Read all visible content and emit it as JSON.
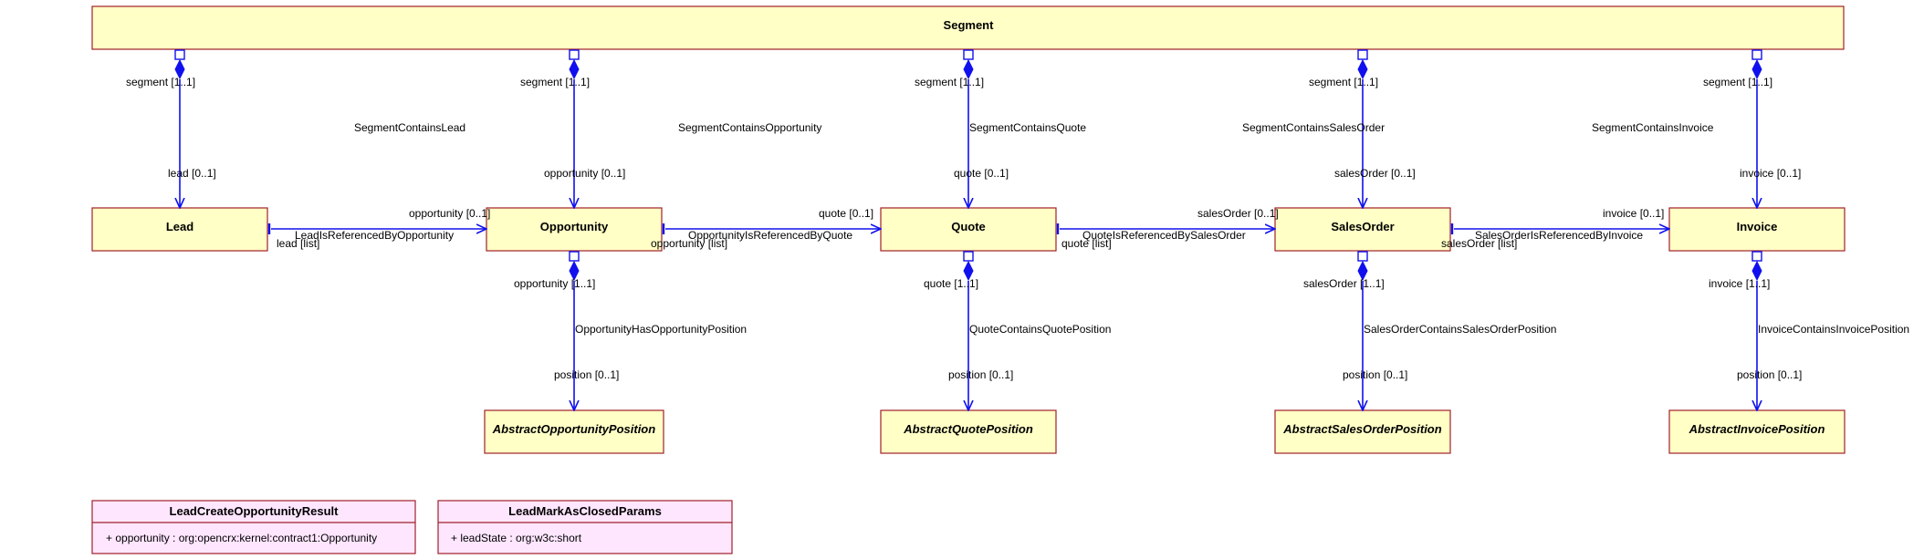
{
  "classes": {
    "segment": "Segment",
    "lead": "Lead",
    "opportunity": "Opportunity",
    "quote": "Quote",
    "salesorder": "SalesOrder",
    "invoice": "Invoice",
    "abs_opp": "AbstractOpportunityPosition",
    "abs_quote": "AbstractQuotePosition",
    "abs_so": "AbstractSalesOrderPosition",
    "abs_inv": "AbstractInvoicePosition"
  },
  "datatypes": {
    "lcor": {
      "name": "LeadCreateOpportunityResult",
      "attr": "+ opportunity : org:opencrx:kernel:contract1:Opportunity"
    },
    "lmac": {
      "name": "LeadMarkAsClosedParams",
      "attr": "+ leadState : org:w3c:short"
    }
  },
  "assoc": {
    "seg_lead": {
      "name": "SegmentContainsLead",
      "src": "segment [1..1]",
      "dst": "lead [0..1]"
    },
    "seg_opp": {
      "name": "SegmentContainsOpportunity",
      "src": "segment [1..1]",
      "dst": "opportunity [0..1]"
    },
    "seg_quote": {
      "name": "SegmentContainsQuote",
      "src": "segment [1..1]",
      "dst": "quote [0..1]"
    },
    "seg_so": {
      "name": "SegmentContainsSalesOrder",
      "src": "segment [1..1]",
      "dst": "salesOrder [0..1]"
    },
    "seg_inv": {
      "name": "SegmentContainsInvoice",
      "src": "segment [1..1]",
      "dst": "invoice [0..1]"
    },
    "lead_opp": {
      "name": "LeadIsReferencedByOpportunity",
      "src": "lead [list]",
      "dst": "opportunity [0..1]"
    },
    "opp_quote": {
      "name": "OpportunityIsReferencedByQuote",
      "src": "opportunity [list]",
      "dst": "quote [0..1]"
    },
    "quote_so": {
      "name": "QuoteIsReferencedBySalesOrder",
      "src": "quote [list]",
      "dst": "salesOrder [0..1]"
    },
    "so_inv": {
      "name": "SalesOrderIsReferencedByInvoice",
      "src": "salesOrder [list]",
      "dst": "invoice [0..1]"
    },
    "opp_pos": {
      "name": "OpportunityHasOpportunityPosition",
      "src": "opportunity [1..1]",
      "dst": "position [0..1]"
    },
    "quote_pos": {
      "name": "QuoteContainsQuotePosition",
      "src": "quote [1..1]",
      "dst": "position [0..1]"
    },
    "so_pos": {
      "name": "SalesOrderContainsSalesOrderPosition",
      "src": "salesOrder [1..1]",
      "dst": "position [0..1]"
    },
    "inv_pos": {
      "name": "InvoiceContainsInvoicePosition",
      "src": "invoice [1..1]",
      "dst": "position [0..1]"
    }
  },
  "colors": {
    "class_fill": "#ffffc6",
    "datatype_fill": "#ffe6ff",
    "border": "#a0202a",
    "edge": "#1010ee"
  }
}
